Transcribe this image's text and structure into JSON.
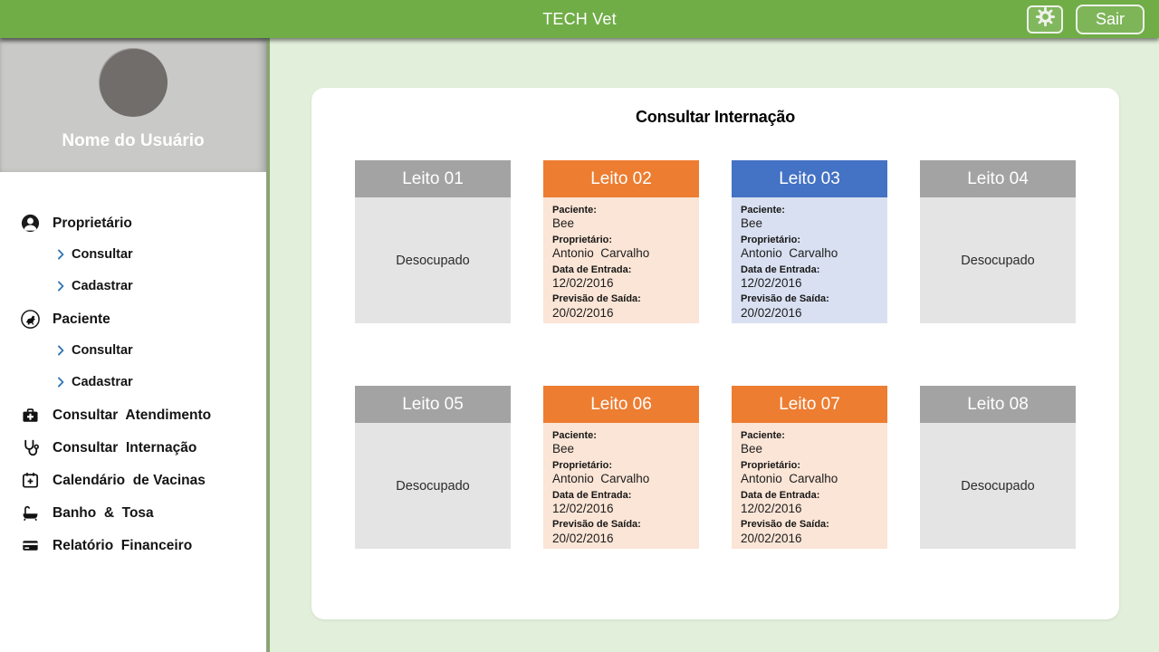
{
  "header": {
    "title": "TECH Vet",
    "logout_label": "Sair",
    "settings_icon": "gear-icon"
  },
  "sidebar": {
    "user_name": "Nome do Usuário",
    "avatar_icon": "user-avatar-circle",
    "menu": [
      {
        "label": "Proprietário",
        "icon": "owner-person-icon",
        "children": [
          {
            "label": "Consultar"
          },
          {
            "label": "Cadastrar"
          }
        ]
      },
      {
        "label": "Paciente",
        "icon": "dog-patient-icon",
        "children": [
          {
            "label": "Consultar"
          },
          {
            "label": "Cadastrar"
          }
        ]
      },
      {
        "label": "Consultar  Atendimento",
        "icon": "first-aid-kit-icon"
      },
      {
        "label": "Consultar  Internação",
        "icon": "stethoscope-icon"
      },
      {
        "label": "Calendário  de Vacinas",
        "icon": "calendar-plus-icon"
      },
      {
        "label": "Banho  &  Tosa",
        "icon": "bathtub-icon"
      },
      {
        "label": "Relatório  Financeiro",
        "icon": "credit-card-icon"
      }
    ],
    "submenu_icon": "chevron-right-icon"
  },
  "main": {
    "title": "Consultar Internação",
    "field_labels": {
      "patient": "Paciente:",
      "owner": "Proprietário:",
      "entry": "Data de Entrada:",
      "exit": "Previsão de Saída:"
    },
    "beds": [
      {
        "name": "Leito 01",
        "variant": "gray",
        "status_label": "Desocupado"
      },
      {
        "name": "Leito 02",
        "variant": "orange",
        "patient": {
          "name": "Bee",
          "owner": "Antonio  Carvalho",
          "entry_date": "12/02/2016",
          "exit_date": "20/02/2016"
        }
      },
      {
        "name": "Leito 03",
        "variant": "blue",
        "patient": {
          "name": "Bee",
          "owner": "Antonio  Carvalho",
          "entry_date": "12/02/2016",
          "exit_date": "20/02/2016"
        }
      },
      {
        "name": "Leito 04",
        "variant": "gray",
        "status_label": "Desocupado"
      },
      {
        "name": "Leito 05",
        "variant": "gray",
        "status_label": "Desocupado"
      },
      {
        "name": "Leito 06",
        "variant": "orange",
        "patient": {
          "name": "Bee",
          "owner": "Antonio  Carvalho",
          "entry_date": "12/02/2016",
          "exit_date": "20/02/2016"
        }
      },
      {
        "name": "Leito 07",
        "variant": "orange",
        "patient": {
          "name": "Bee",
          "owner": "Antonio  Carvalho",
          "entry_date": "12/02/2016",
          "exit_date": "20/02/2016"
        }
      },
      {
        "name": "Leito 08",
        "variant": "gray",
        "status_label": "Desocupado"
      }
    ]
  },
  "colors": {
    "header_green": "#70AD47",
    "content_bg": "#E2EFDA",
    "sidebar_panel_gray": "#C9C9C7",
    "avatar_gray": "#716D6A",
    "divider_green": "#84A96A",
    "bed_gray_header": "#A3A3A3",
    "bed_gray_body": "#E4E4E4",
    "bed_orange_header": "#ED7D31",
    "bed_orange_body": "#FBE5D6",
    "bed_blue_header": "#4472C4",
    "bed_blue_body": "#D9E0F1",
    "chevron_blue": "#2E75B6"
  }
}
